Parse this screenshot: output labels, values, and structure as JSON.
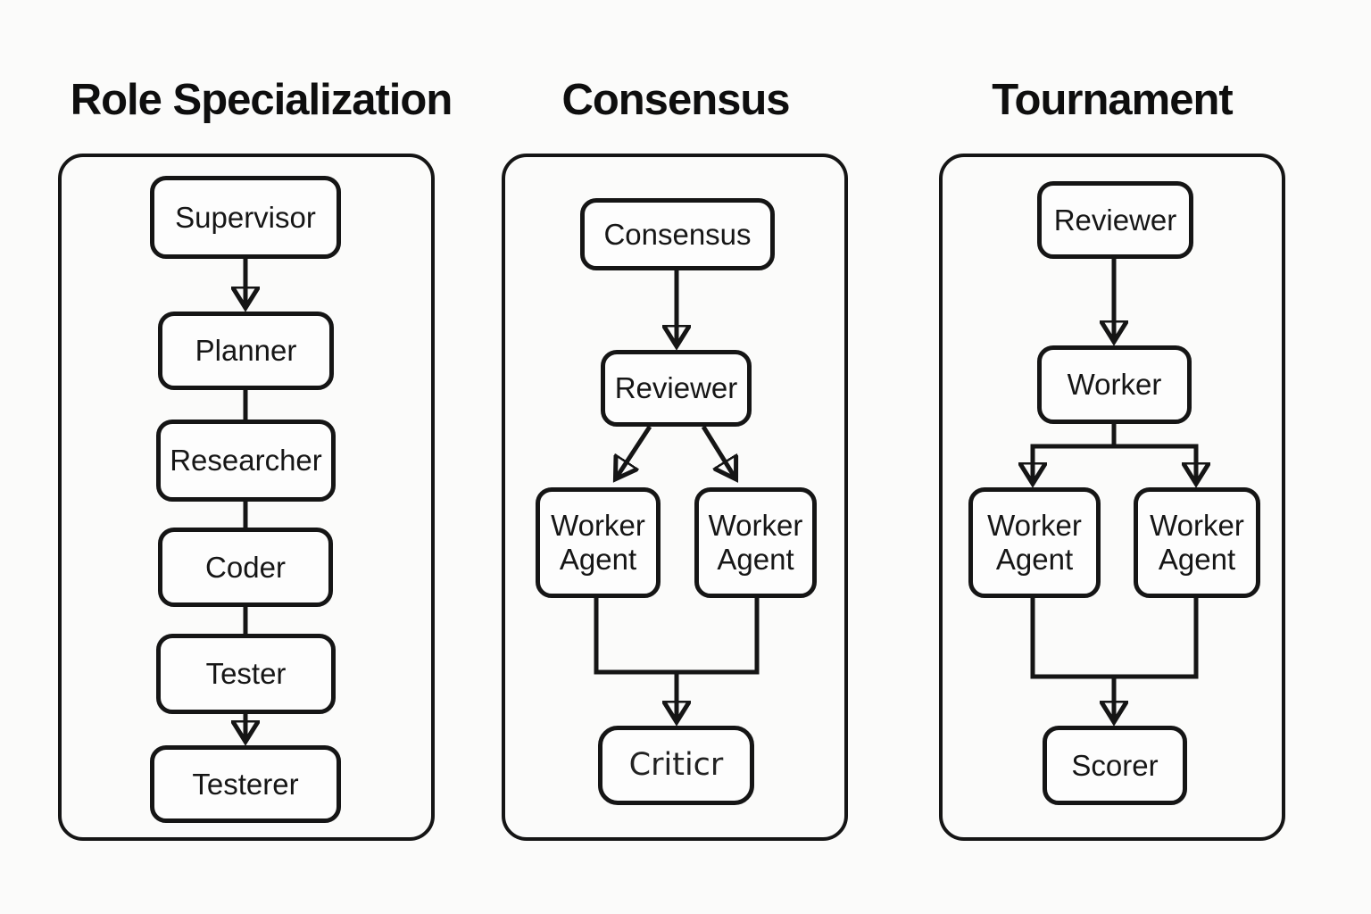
{
  "canvas": {
    "background": "#fbfbfa",
    "ink": "#151515",
    "node_fill": "#fdfdfd"
  },
  "panels": [
    {
      "title": "Role Specialization",
      "nodes": [
        {
          "label": "Supervisor"
        },
        {
          "label": "Planner"
        },
        {
          "label": "Researcher"
        },
        {
          "label": "Coder"
        },
        {
          "label": "Tester"
        },
        {
          "label": "Testerer"
        }
      ],
      "edges": [
        {
          "from": "Supervisor",
          "to": "Planner",
          "arrow": true
        },
        {
          "from": "Planner",
          "to": "Researcher",
          "arrow": false
        },
        {
          "from": "Researcher",
          "to": "Coder",
          "arrow": false
        },
        {
          "from": "Coder",
          "to": "Tester",
          "arrow": false
        },
        {
          "from": "Tester",
          "to": "Testerer",
          "arrow": true
        }
      ]
    },
    {
      "title": "Consensus",
      "nodes": [
        {
          "label": "Consensus"
        },
        {
          "label": "Reviewer"
        },
        {
          "label": "Worker Agent"
        },
        {
          "label": "Worker Agent"
        },
        {
          "label": "Criticr"
        }
      ],
      "edges": [
        {
          "from": "Consensus",
          "to": "Reviewer",
          "arrow": true
        },
        {
          "from": "Reviewer",
          "to": "Worker Agent (left)",
          "arrow": true
        },
        {
          "from": "Reviewer",
          "to": "Worker Agent (right)",
          "arrow": true
        },
        {
          "from": "Worker Agent (both)",
          "to": "Criticr",
          "arrow": true
        }
      ]
    },
    {
      "title": "Tournament",
      "nodes": [
        {
          "label": "Reviewer"
        },
        {
          "label": "Worker"
        },
        {
          "label": "Worker Agent"
        },
        {
          "label": "Worker Agent"
        },
        {
          "label": "Scorer"
        }
      ],
      "edges": [
        {
          "from": "Reviewer",
          "to": "Worker",
          "arrow": true
        },
        {
          "from": "Worker",
          "to": "Worker Agent (left)",
          "arrow": true
        },
        {
          "from": "Worker",
          "to": "Worker Agent (right)",
          "arrow": true
        },
        {
          "from": "Worker Agent (both)",
          "to": "Scorer",
          "arrow": true
        }
      ]
    }
  ]
}
